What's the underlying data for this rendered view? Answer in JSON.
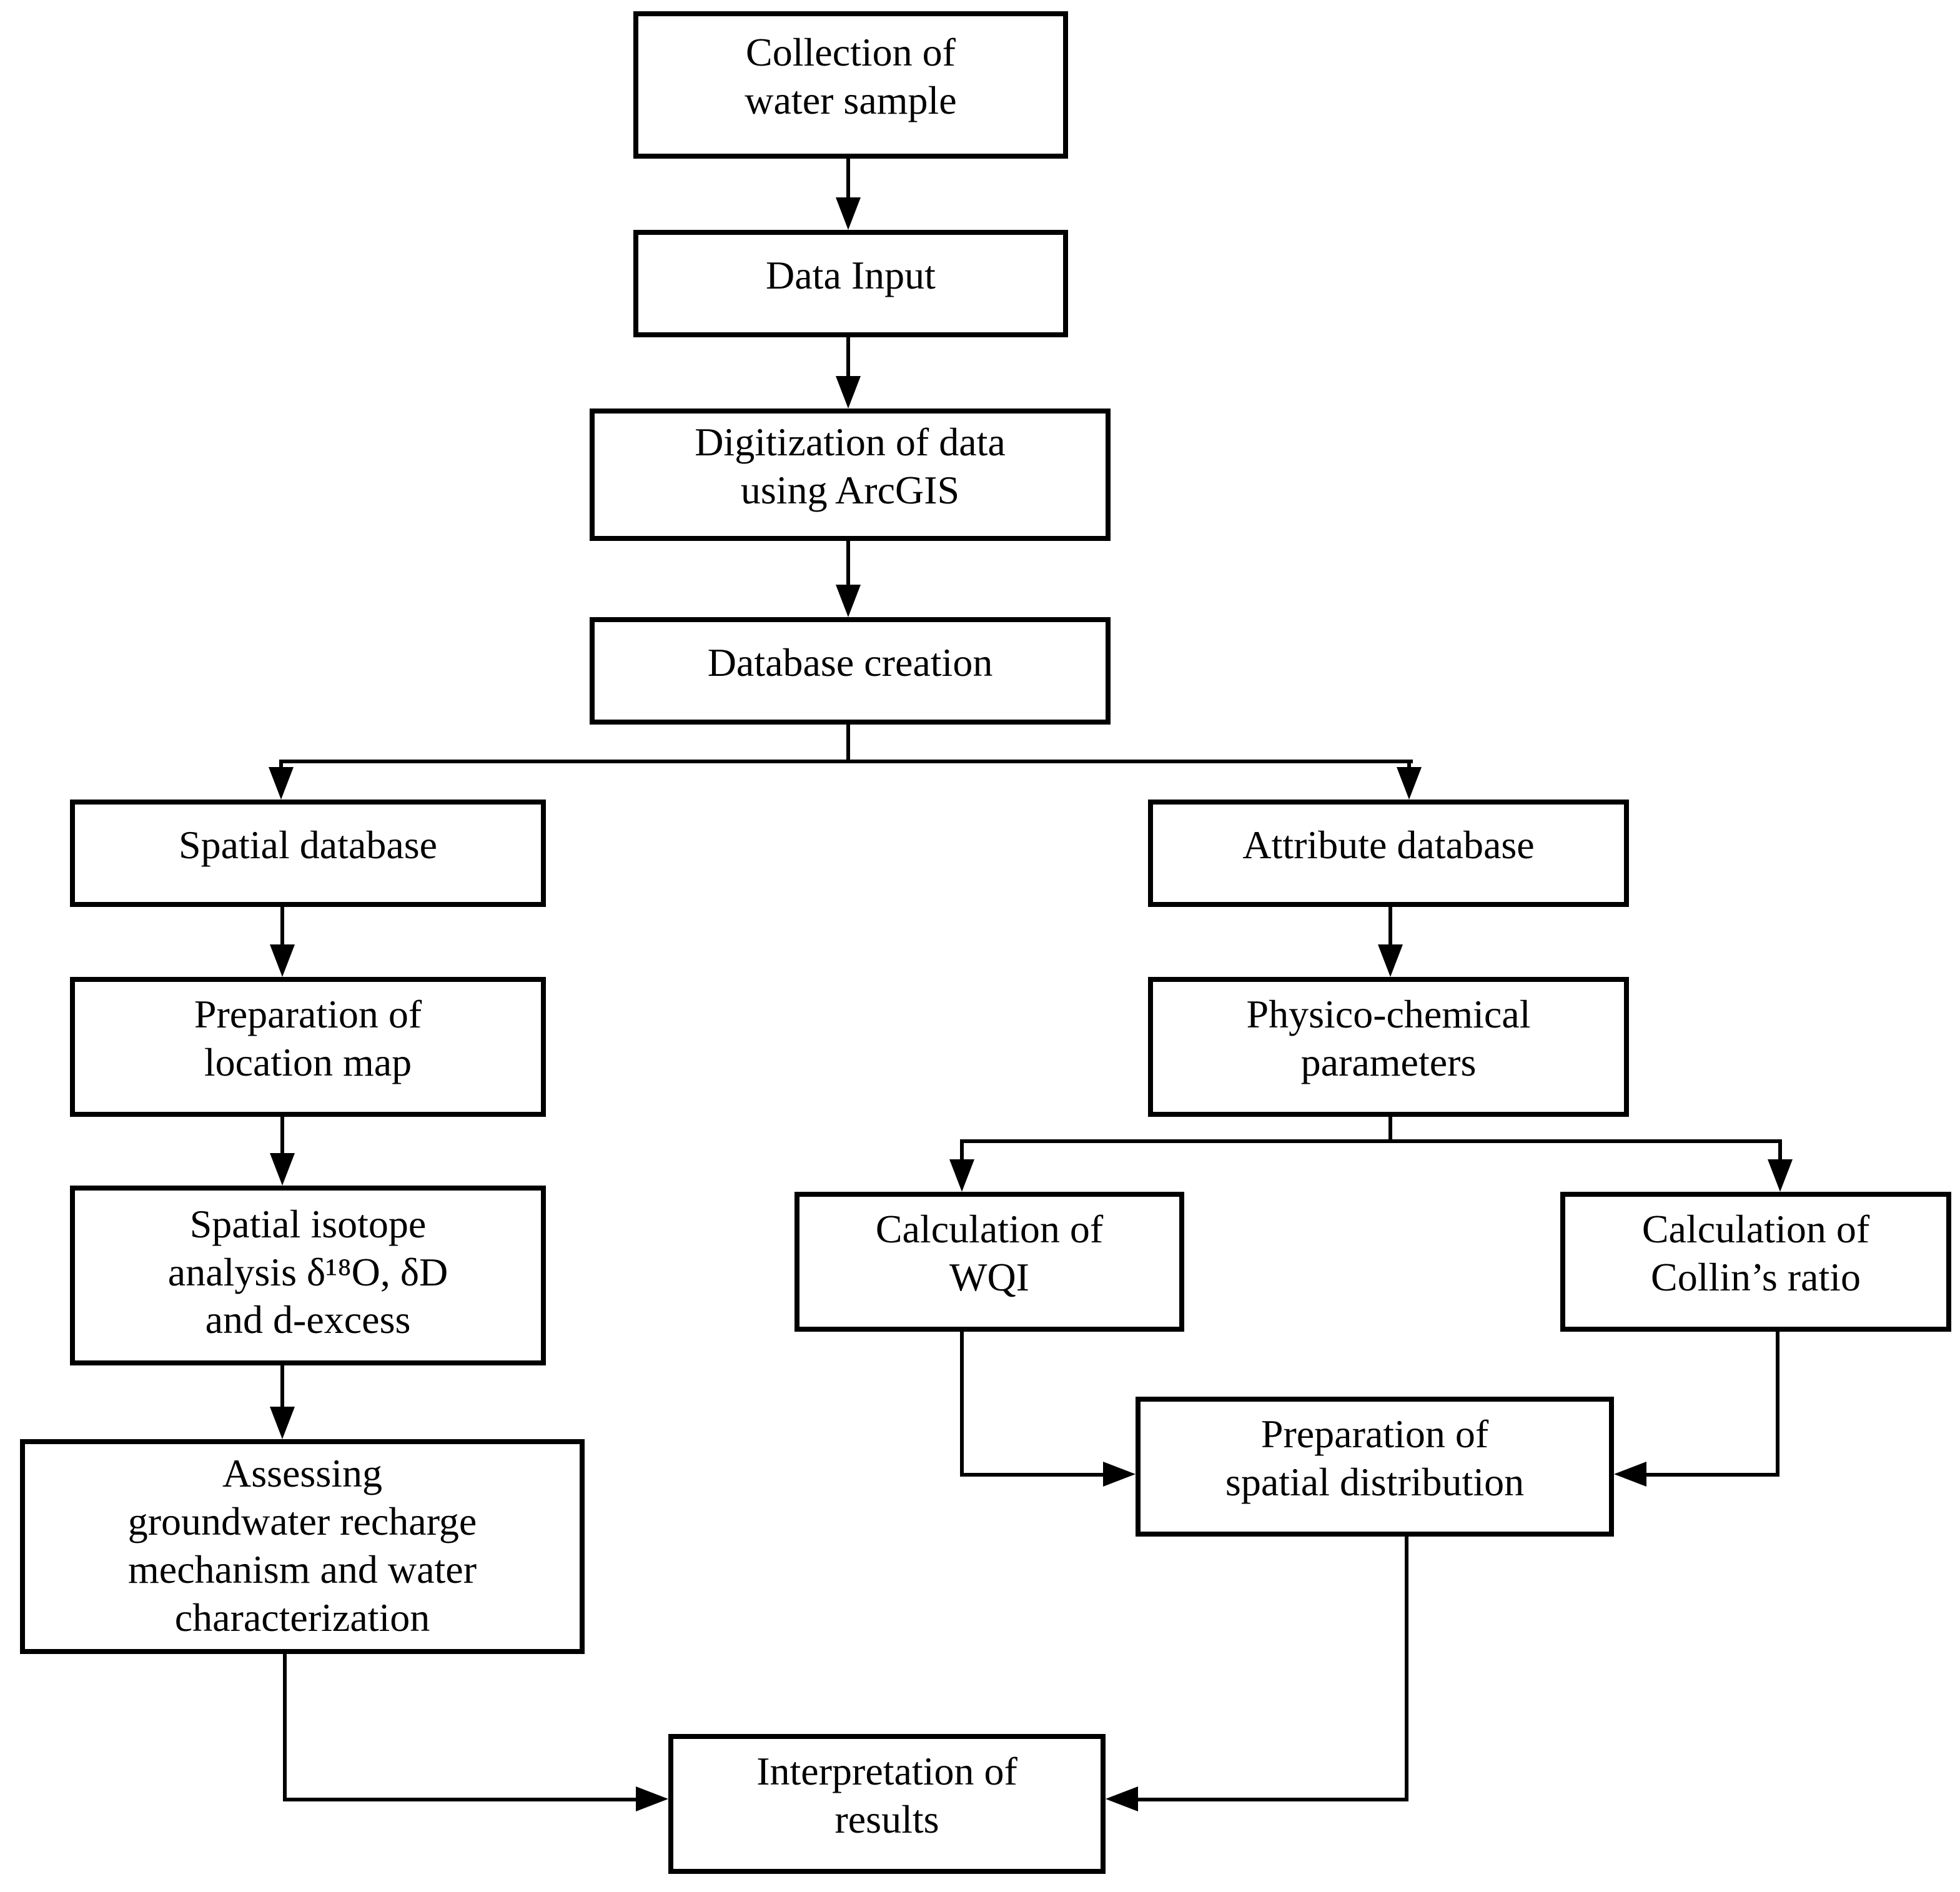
{
  "diagram": {
    "background_color": "#ffffff",
    "line_color": "#000000",
    "text_color": "#000000",
    "nodes": {
      "collection": {
        "label": "Collection of\nwater sample"
      },
      "data_input": {
        "label": "Data Input"
      },
      "digitization": {
        "label": "Digitization of data\nusing ArcGIS"
      },
      "database_creation": {
        "label": "Database creation"
      },
      "spatial_database": {
        "label": "Spatial database"
      },
      "preparation_location_map": {
        "label": "Preparation of\nlocation map"
      },
      "spatial_isotope_analysis": {
        "label": "Spatial isotope\nanalysis δ¹⁸O, δD\nand d-excess"
      },
      "assessing_groundwater": {
        "label": "Assessing\ngroundwater recharge\nmechanism and water\ncharacterization"
      },
      "attribute_database": {
        "label": "Attribute database"
      },
      "physico_chemical": {
        "label": "Physico-chemical\nparameters"
      },
      "calculation_wqi": {
        "label": "Calculation of\nWQI"
      },
      "calculation_collins": {
        "label": "Calculation of\nCollin’s ratio"
      },
      "preparation_spatial_distribution": {
        "label": "Preparation of\nspatial distribution"
      },
      "interpretation_results": {
        "label": "Interpretation of\nresults"
      }
    },
    "edges": [
      {
        "from": "collection",
        "to": "data_input"
      },
      {
        "from": "data_input",
        "to": "digitization"
      },
      {
        "from": "digitization",
        "to": "database_creation"
      },
      {
        "from": "database_creation",
        "to": "spatial_database"
      },
      {
        "from": "database_creation",
        "to": "attribute_database"
      },
      {
        "from": "spatial_database",
        "to": "preparation_location_map"
      },
      {
        "from": "preparation_location_map",
        "to": "spatial_isotope_analysis"
      },
      {
        "from": "spatial_isotope_analysis",
        "to": "assessing_groundwater"
      },
      {
        "from": "attribute_database",
        "to": "physico_chemical"
      },
      {
        "from": "physico_chemical",
        "to": "calculation_wqi"
      },
      {
        "from": "physico_chemical",
        "to": "calculation_collins"
      },
      {
        "from": "calculation_wqi",
        "to": "preparation_spatial_distribution"
      },
      {
        "from": "calculation_collins",
        "to": "preparation_spatial_distribution"
      },
      {
        "from": "assessing_groundwater",
        "to": "interpretation_results"
      },
      {
        "from": "preparation_spatial_distribution",
        "to": "interpretation_results"
      }
    ]
  }
}
